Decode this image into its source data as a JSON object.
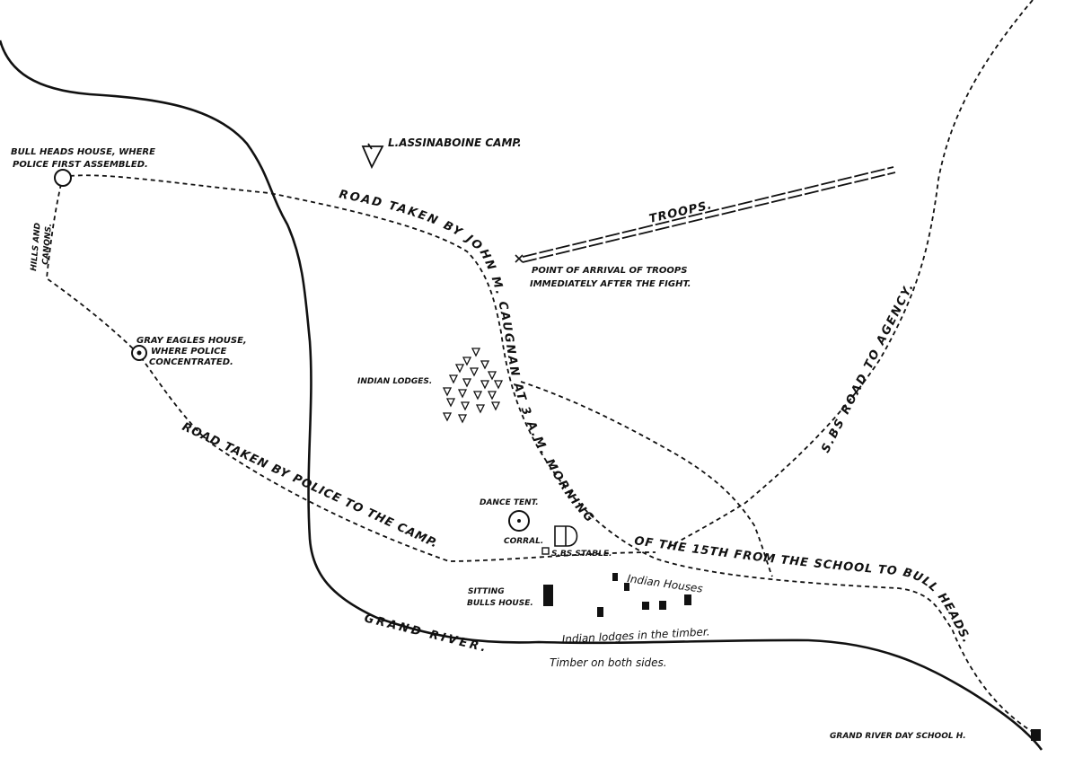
{
  "labels": {
    "bull_heads_house_1": "BULL HEADS HOUSE, WHERE",
    "bull_heads_house_2": "POLICE FIRST ASSEMBLED.",
    "assinaboine_camp": "L.ASSINABOINE CAMP.",
    "hills_1": "HILLS AND",
    "hills_2": "CANONS.",
    "gray_eagle_1": "GRAY EAGLES HOUSE,",
    "gray_eagle_2": "WHERE POLICE",
    "gray_eagle_3": "CONCENTRATED.",
    "road_john": "ROAD TAKEN BY JOHN M. CAUGNAN AT 3 A.M. MORNING",
    "road_john_2": "OF THE 15TH FROM THE SCHOOL TO BULL HEADS.",
    "troops": "TROOPS.",
    "arrival_1": "POINT OF ARRIVAL OF TROOPS",
    "arrival_2": "IMMEDIATELY AFTER THE FIGHT.",
    "indian_lodges": "INDIAN LODGES.",
    "agency_road": "S.BS ROAD TO AGENCY.",
    "police_road": "ROAD TAKEN BY POLICE TO THE CAMP.",
    "dance_tent": "DANCE TENT.",
    "corral": "CORRAL.",
    "stable": "S.BS STABLE.",
    "sitting_bull_1": "SITTING",
    "sitting_bull_2": "BULLS HOUSE.",
    "indian_houses": "Indian Houses",
    "grand_river": "GRAND RIVER.",
    "lodges_timber": "Indian lodges in the timber.",
    "timber": "Timber on both sides.",
    "school": "GRAND RIVER DAY SCHOOL H."
  }
}
